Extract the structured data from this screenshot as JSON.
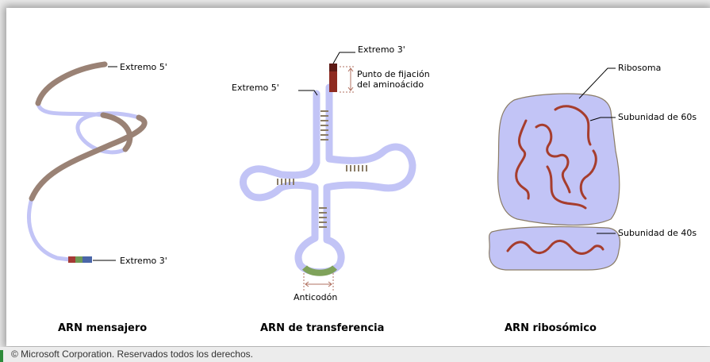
{
  "mrna": {
    "label_5": "Extremo 5'",
    "label_3": "Extremo 3'",
    "caption": "ARN mensajero"
  },
  "trna": {
    "label_3": "Extremo 3'",
    "label_5": "Extremo 5'",
    "fixation_line1": "Punto de fijación",
    "fixation_line2": "del aminoácido",
    "anticodon": "Anticodón",
    "caption": "ARN de transferencia"
  },
  "rrna": {
    "ribosome": "Ribosoma",
    "sub60": "Subunidad de 60s",
    "sub40": "Subunidad de 40s",
    "caption": "ARN ribosómico"
  },
  "footer": {
    "copyright": "© Microsoft Corporation. Reservados todos los derechos."
  },
  "colors": {
    "rna_strand": "#c2c4f6",
    "mrna_ribbon": "#9a8275",
    "rrna_strand": "#a63d2d",
    "amino_site": "#8e2b21",
    "anticodon": "#7fa25a",
    "base_pairs": "#8a7c66"
  }
}
